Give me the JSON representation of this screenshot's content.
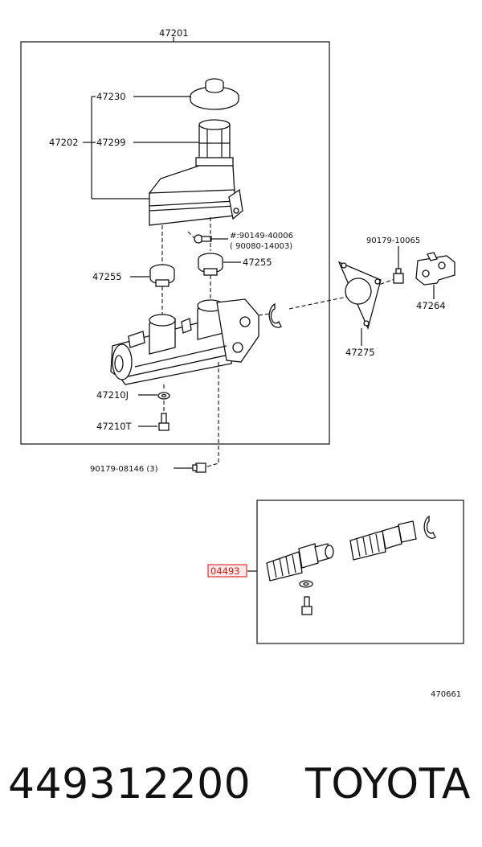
{
  "labels": {
    "l47201": "47201",
    "l47230": "47230",
    "l47202": "47202",
    "l47299": "47299",
    "l90149a": "#:90149-40006",
    "l90149b": "( 90080-14003)",
    "l47255r": "47255",
    "l47255l": "47255",
    "l90179a": "90179-10065",
    "l47264": "47264",
    "l47275": "47275",
    "l47210j": "47210J",
    "l47210t": "47210T",
    "l90179b": "90179-08146 (3)",
    "l04493": "04493",
    "l470661": "470661"
  },
  "footer": {
    "part_number": "449312200",
    "brand": "TOYOTA"
  },
  "colors": {
    "highlight": "#e03030"
  }
}
